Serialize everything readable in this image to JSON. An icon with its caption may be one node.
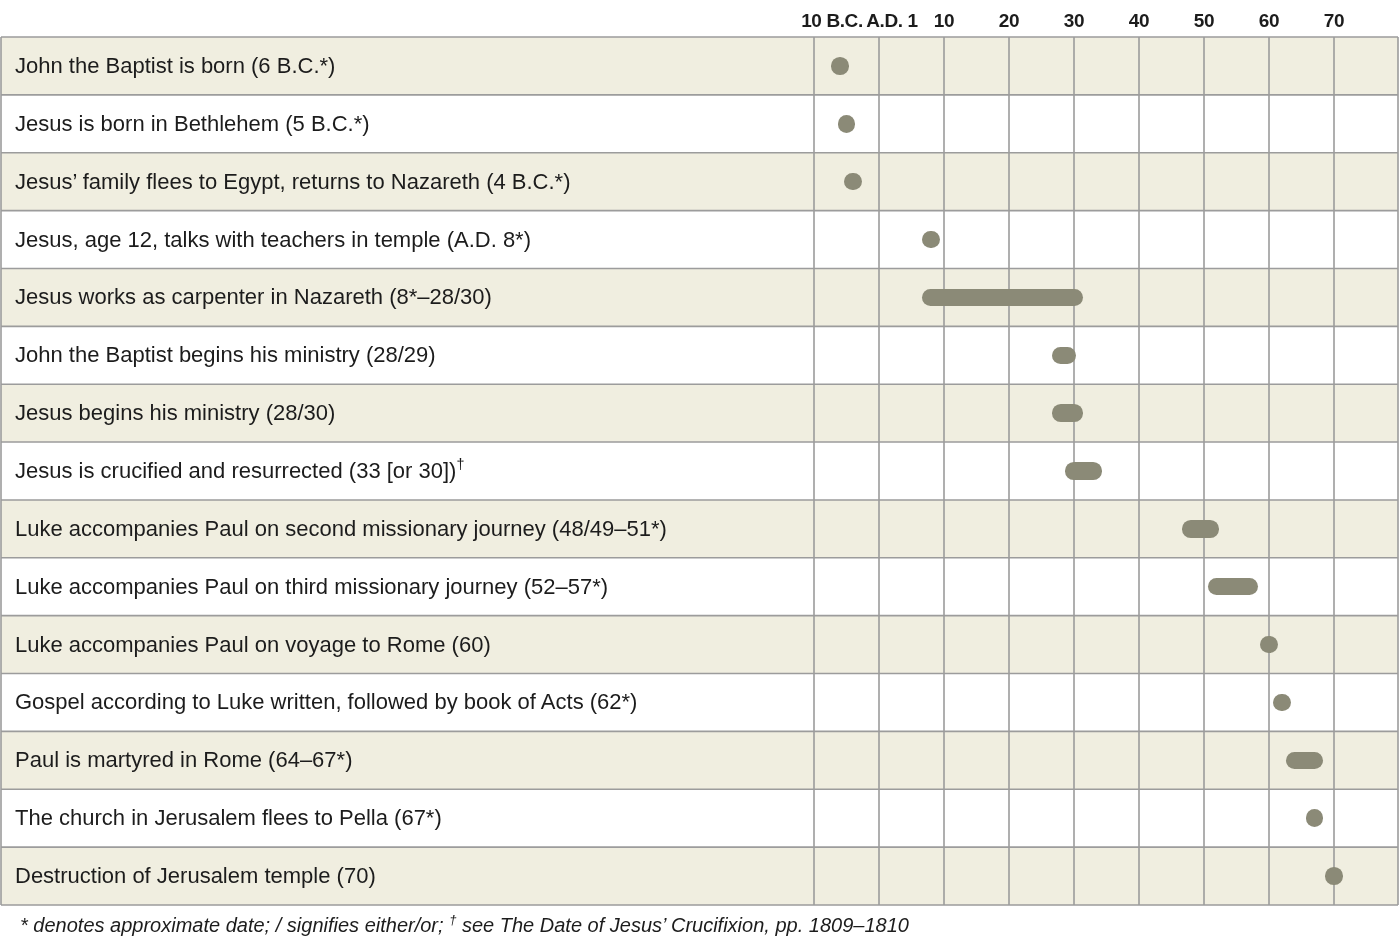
{
  "diagram": {
    "nodes": [
      {
        "text": [
          "John the Baptist is born (6 B.C.*)"
        ]
      },
      {
        "text": [],
        "shape": "circle",
        "in": 0
      },
      {
        "text": [
          "Jesus is born in Bethlehem (5 B.C.*)"
        ]
      },
      {
        "text": [],
        "shape": "circle",
        "in": 2
      },
      {
        "text": [
          "Jesus’ family flees to Egypt, returns to Nazareth (4 B.C.*)"
        ]
      },
      {
        "text": [],
        "shape": "circle",
        "in": 4
      },
      {
        "text": [
          "Jesus, age 12, talks with teachers in temple (A.D. 8*)"
        ]
      },
      {
        "text": [],
        "shape": "circle",
        "in": 6
      },
      {
        "text": [
          "Jesus works as carpenter in Nazareth (8*–28/30)"
        ]
      },
      {
        "text": [],
        "shape": "bar",
        "in": 8
      },
      {
        "text": [
          "John the Baptist begins his ministry (28/29)"
        ]
      },
      {
        "text": [],
        "shape": "bar",
        "in": 10
      },
      {
        "text": [
          "Jesus begins his ministry (28/30)"
        ]
      },
      {
        "text": [],
        "shape": "bar",
        "in": 12
      },
      {
        "text": [
          "Jesus is crucified and resurrected (33 [or 30])$^{†}$"
        ]
      },
      {
        "text": [],
        "shape": "bar",
        "in": 14
      },
      {
        "text": [
          "Luke accompanies Paul on second missionary journey (48/49–51*)"
        ]
      },
      {
        "text": [],
        "shape": "bar",
        "in": 16
      },
      {
        "text": [
          "Luke accompanies Paul on third missionary journey (52–57*)"
        ]
      },
      {
        "text": [],
        "shape": "bar",
        "in": 18
      },
      {
        "text": [
          "Luke accompanies Paul on voyage to Rome (60)"
        ]
      },
      {
        "text": [],
        "shape": "circle",
        "in": 20
      },
      {
        "text": [
          "Gospel according to Luke written, followed by book of Acts (62*)"
        ]
      },
      {
        "text": [],
        "shape": "circle",
        "in": 22
      },
      {
        "text": [
          "Paul is martyred in Rome (64–67*)"
        ]
      },
      {
        "text": [],
        "shape": "bar",
        "in": 24
      },
      {
        "text": [
          "The church in Jerusalem flees to Pella (67*)"
        ]
      },
      {
        "text": [],
        "shape": "circle",
        "in": 26
      },
      {
        "text": [
          "Destruction of Jerusalem temple (70)"
        ]
      },
      {
        "text": [],
        "shape": "circle",
        "in": 28
      }
    ],
    "labels": [
      "10 B.C.",
      "A.D. 1",
      "10",
      "20",
      "30",
      "40",
      "50",
      "60",
      "70",
      "* denotes approximate date; / signifies either/or; $^{†}$ see The Date of Jesus’ Crucifixion, pp. 1809–1810"
    ]
  }
}
